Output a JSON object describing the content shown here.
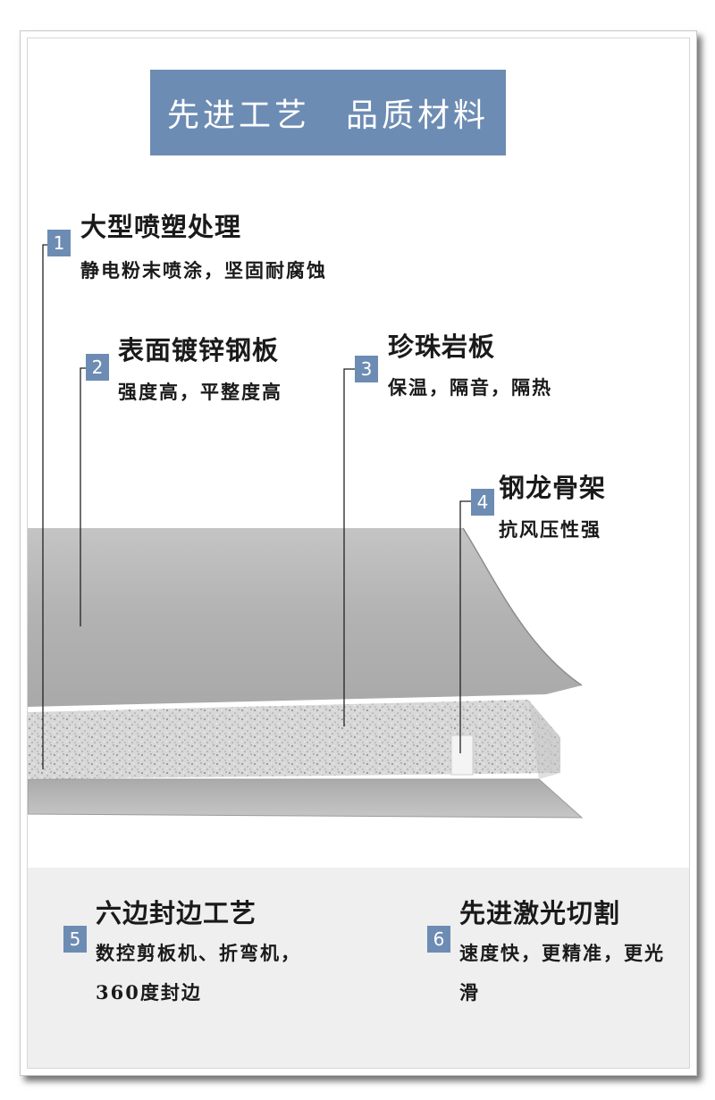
{
  "title": "先进工艺　品质材料",
  "colors": {
    "accent": "#6d8cb3",
    "steel": "#b4b4b4",
    "rock": "#d9d9d9"
  },
  "features": [
    {
      "num": "1",
      "title": "大型喷塑处理",
      "desc": "静电粉末喷涂，坚固耐腐蚀"
    },
    {
      "num": "2",
      "title": "表面镀锌钢板",
      "desc": "强度高，平整度高"
    },
    {
      "num": "3",
      "title": "珍珠岩板",
      "desc": "保温，隔音，隔热"
    },
    {
      "num": "4",
      "title": "钢龙骨架",
      "desc": "抗风压性强"
    },
    {
      "num": "5",
      "title": "六边封边工艺",
      "desc": "数控剪板机、折弯机，360度封边"
    },
    {
      "num": "6",
      "title": "先进激光切割",
      "desc": "速度快，更精准，更光滑"
    }
  ]
}
